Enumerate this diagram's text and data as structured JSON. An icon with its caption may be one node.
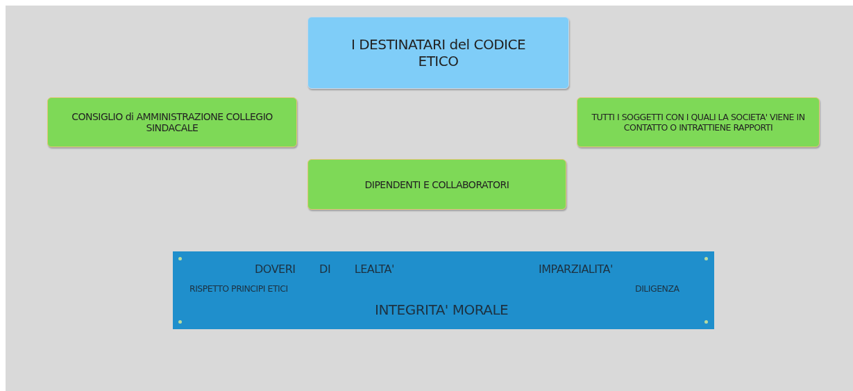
{
  "diagram": {
    "nodes": [
      {
        "text": [
          "I DESTINATARI del CODICE ETICO"
        ]
      },
      {
        "text": [
          "CONSIGLIO di AMMINISTRAZIONE COLLEGIO SINDACALE"
        ]
      },
      {
        "text": [
          "TUTTI I SOGGETTI CON I QUALI LA SOCIETA' VIENE IN CONTATTO O INTRATTIENE RAPPORTI"
        ]
      },
      {
        "text": [
          "DIPENDENTI E COLLABORATORI"
        ]
      },
      {
        "text": [
          "DOVERI DI LEALTA'",
          "IMPARZIALITA'",
          "RISPETTO PRINCIPI ETICI",
          "DILIGENZA",
          "INTEGRITA' MORALE"
        ]
      }
    ]
  }
}
